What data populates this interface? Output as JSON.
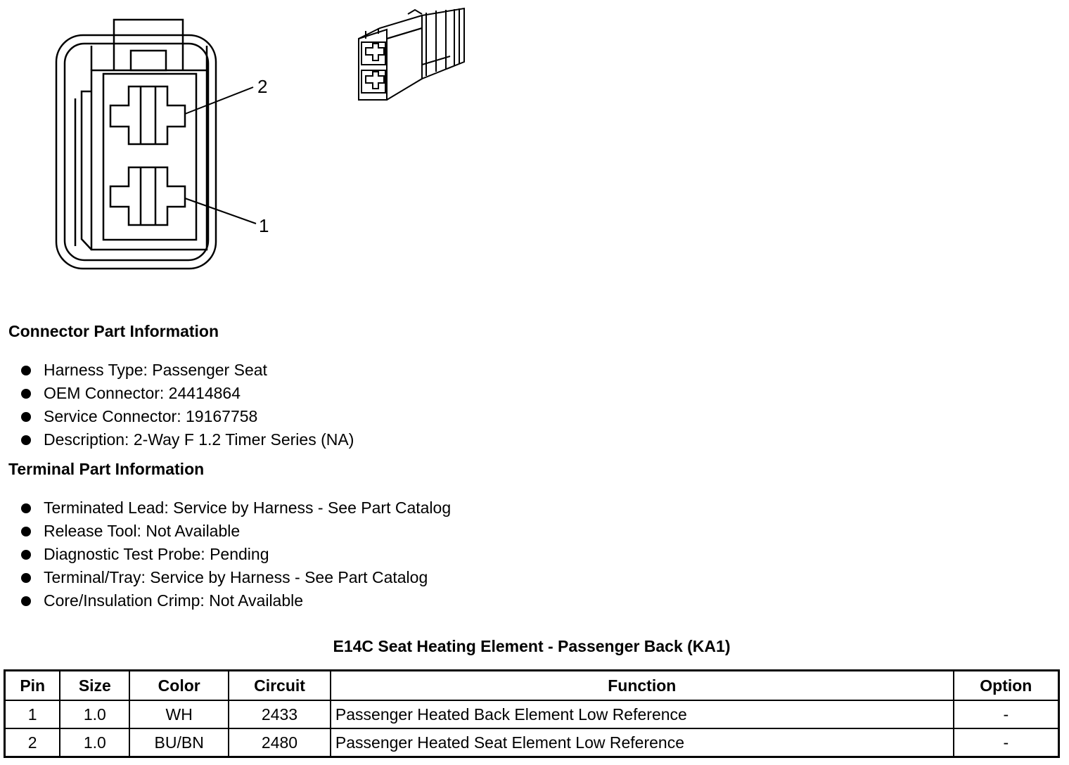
{
  "diagram": {
    "pin_callouts": [
      "2",
      "1"
    ]
  },
  "connector_section": {
    "heading": "Connector Part Information",
    "items": [
      "Harness Type: Passenger Seat",
      "OEM Connector: 24414864",
      "Service Connector: 19167758",
      "Description: 2-Way F 1.2 Timer Series (NA)"
    ]
  },
  "terminal_section": {
    "heading": "Terminal Part Information",
    "items": [
      "Terminated Lead: Service by Harness - See Part Catalog",
      "Release Tool: Not Available",
      "Diagnostic Test Probe: Pending",
      "Terminal/Tray: Service by Harness - See Part Catalog",
      "Core/Insulation Crimp: Not Available"
    ]
  },
  "table": {
    "title": "E14C Seat Heating Element - Passenger Back (KA1)",
    "headers": [
      "Pin",
      "Size",
      "Color",
      "Circuit",
      "Function",
      "Option"
    ],
    "rows": [
      [
        "1",
        "1.0",
        "WH",
        "2433",
        "Passenger Heated Back Element Low Reference",
        "-"
      ],
      [
        "2",
        "1.0",
        "BU/BN",
        "2480",
        "Passenger Heated Seat Element Low Reference",
        "-"
      ]
    ]
  }
}
